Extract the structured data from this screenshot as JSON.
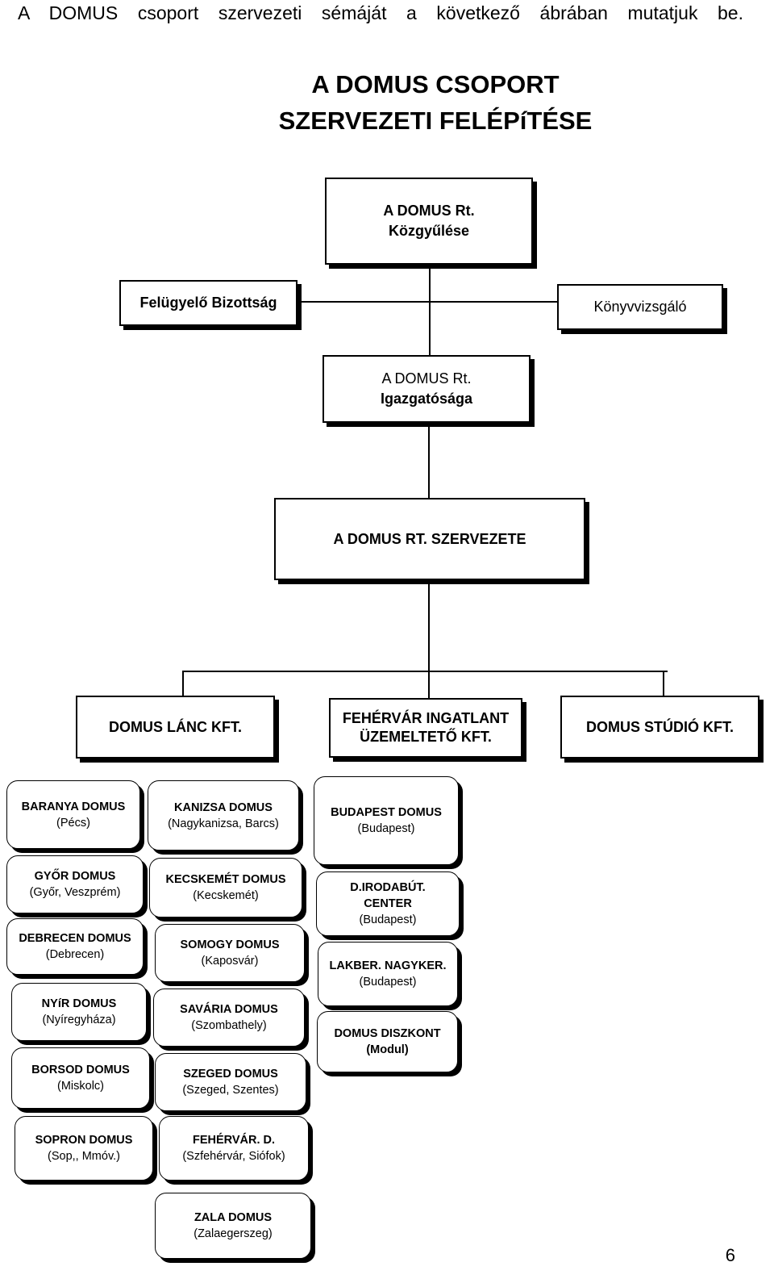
{
  "intro": "A DOMUS csoport szervezeti sémáját a következő ábrában mutatjuk be.",
  "title": {
    "line1": "A DOMUS CSOPORT",
    "line2": "SZERVEZETI FELÉPíTÉSE"
  },
  "top": {
    "kozgyules": {
      "line1": "A DOMUS Rt.",
      "line2": "Közgyűlése"
    },
    "felugyelo": "Felügyelő Bizottság",
    "konyvvizsgalo": "Könyvvizsgáló",
    "igazgatosag": {
      "line1": "A DOMUS Rt.",
      "line2": "Igazgatósága"
    },
    "szervezete": "A DOMUS RT. SZERVEZETE"
  },
  "companies": {
    "lanc": "DOMUS LÁNC KFT.",
    "fehervar": {
      "line1": "FEHÉRVÁR INGATLANT",
      "line2": "ÜZEMELTETŐ KFT."
    },
    "studio": "DOMUS STÚDIÓ KFT."
  },
  "units": {
    "baranya": {
      "name": "BARANYA DOMUS",
      "loc": "(Pécs)"
    },
    "kanizsa": {
      "name": "KANIZSA DOMUS",
      "loc": "(Nagykanizsa, Barcs)"
    },
    "budapest": {
      "name": "BUDAPEST DOMUS",
      "loc": "(Budapest)"
    },
    "gyor": {
      "name": "GYŐR DOMUS",
      "loc": "(Győr, Veszprém)"
    },
    "kecskemet": {
      "name": "KECSKEMÉT DOMUS",
      "loc": "(Kecskemét)"
    },
    "irodabut": {
      "name1": "D.IRODABÚT.",
      "name2": "CENTER",
      "loc": "(Budapest)"
    },
    "debrecen": {
      "name": "DEBRECEN DOMUS",
      "loc": "(Debrecen)"
    },
    "somogy": {
      "name": "SOMOGY DOMUS",
      "loc": "(Kaposvár)"
    },
    "lakber": {
      "name": "LAKBER. NAGYKER.",
      "loc": "(Budapest)"
    },
    "nyir": {
      "name": "NYíR DOMUS",
      "loc": "(Nyíregyháza)"
    },
    "savaria": {
      "name": "SAVÁRIA DOMUS",
      "loc": "(Szombathely)"
    },
    "diszkont": {
      "name": "DOMUS DISZKONT",
      "loc": "(Modul)"
    },
    "borsod": {
      "name": "BORSOD DOMUS",
      "loc": "(Miskolc)"
    },
    "szeged": {
      "name": "SZEGED DOMUS",
      "loc": "(Szeged, Szentes)"
    },
    "sopron": {
      "name": "SOPRON DOMUS",
      "loc": "(Sop,, Mmóv.)"
    },
    "fehervard": {
      "name": "FEHÉRVÁR. D.",
      "loc": "(Szfehérvár, Siófok)"
    },
    "zala": {
      "name": "ZALA DOMUS",
      "loc": "(Zalaegerszeg)"
    }
  },
  "page_number": "6"
}
